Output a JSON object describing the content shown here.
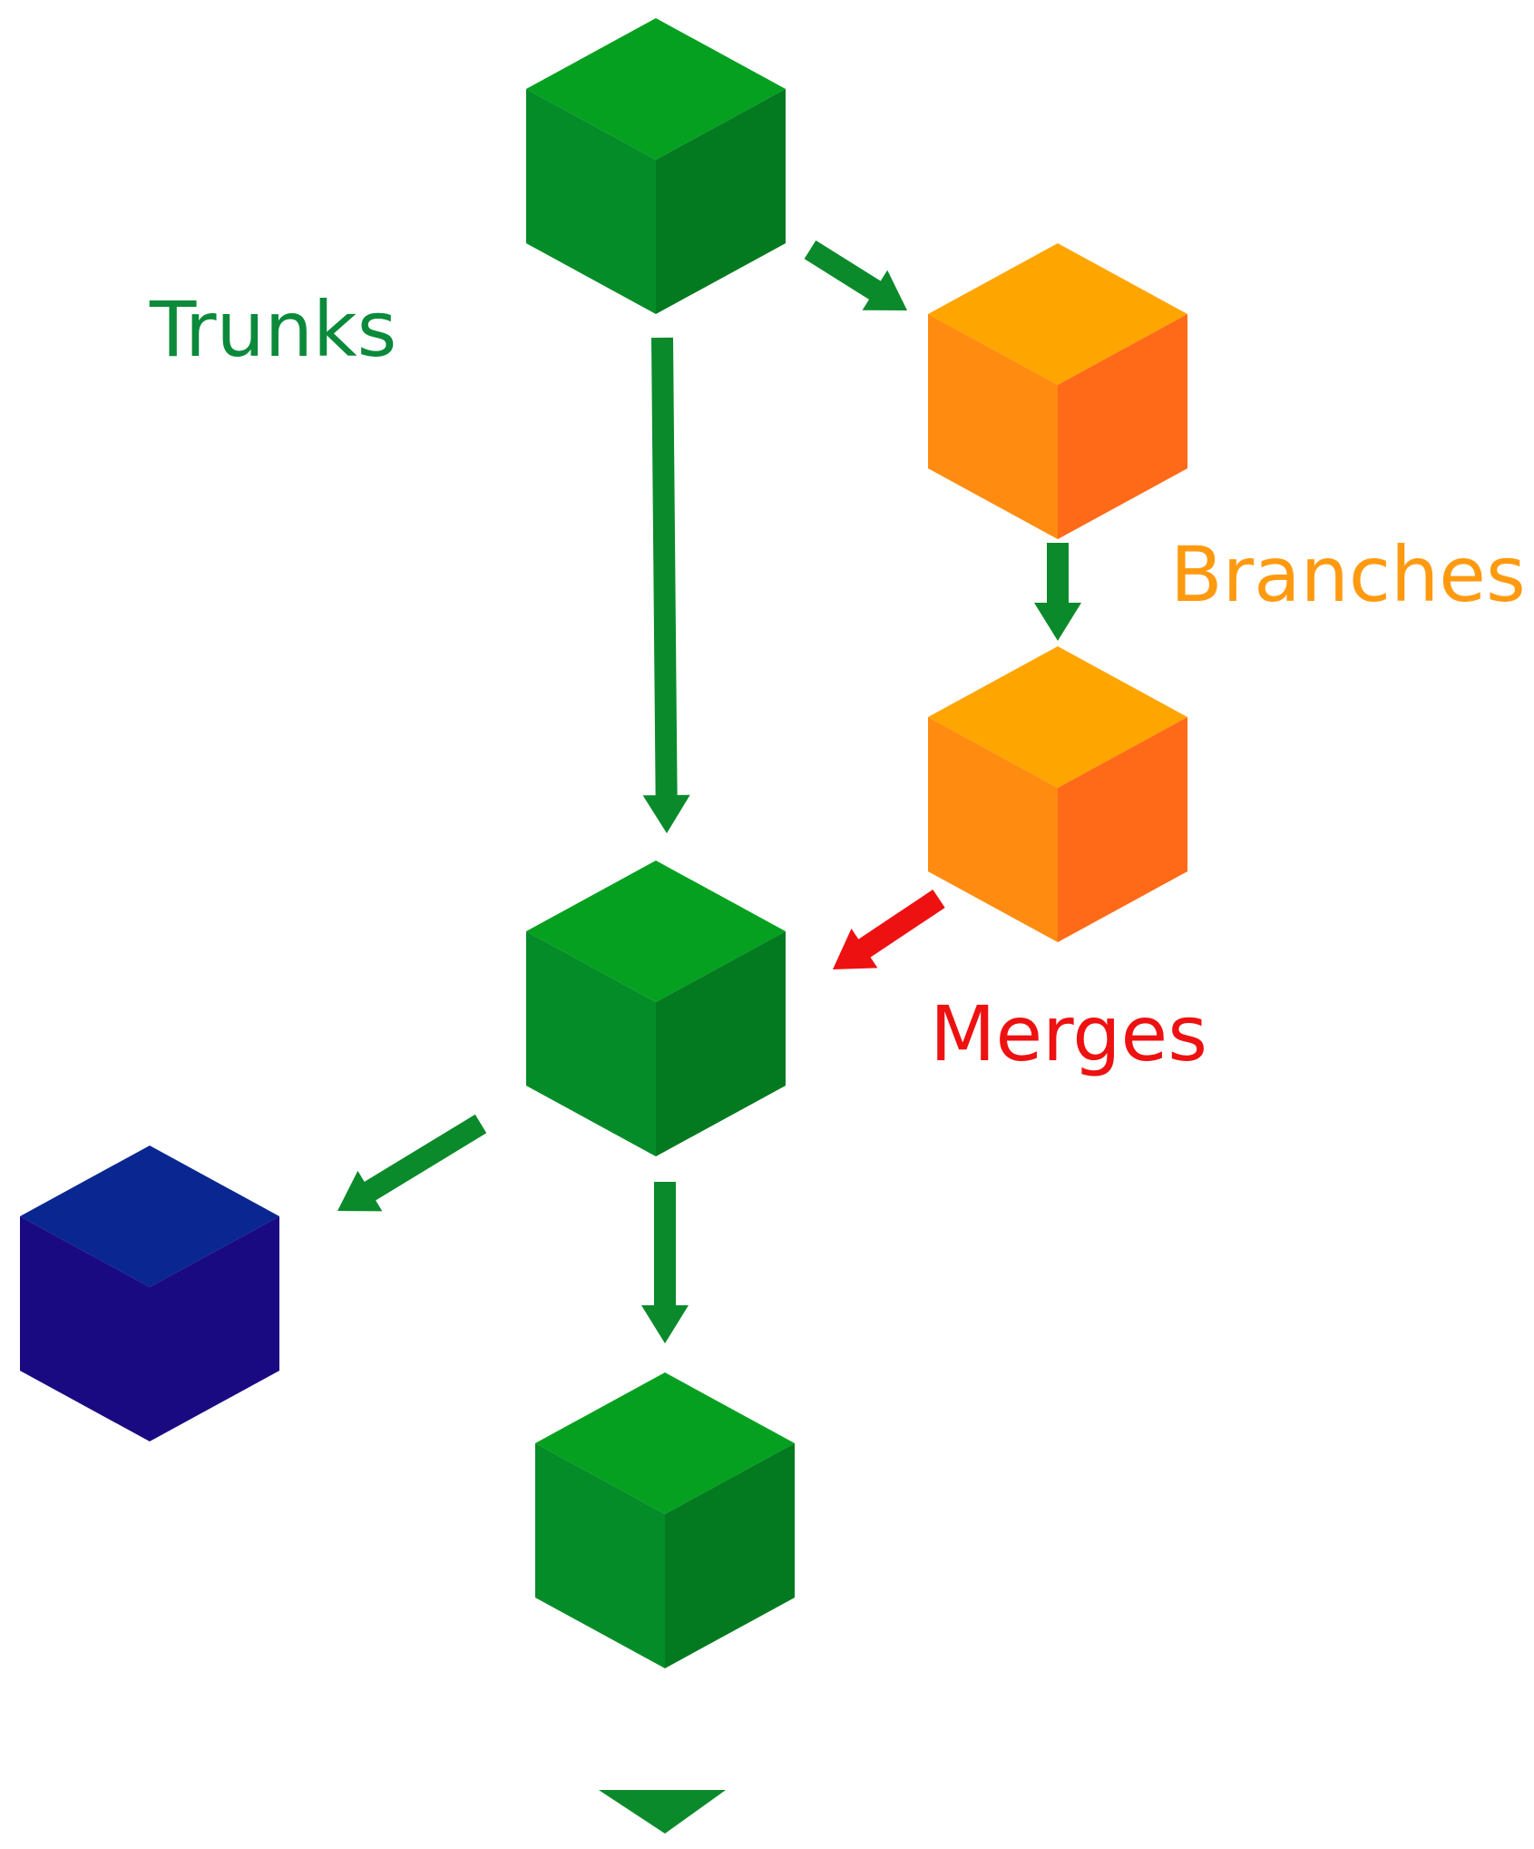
{
  "colors": {
    "trunk": {
      "top": "#05a020",
      "left": "#048c28",
      "right": "#037a20"
    },
    "branch": {
      "top": "#ffa500",
      "left": "#ff8c10",
      "right": "#ff6a18"
    },
    "release": {
      "top": "#0a2690",
      "left": "#1a0a82",
      "right": "#1a0a82"
    },
    "trunk_arrow": "#0a8a2a",
    "merge_arrow": "#ee1111",
    "trunks_label": "#0a8a3a",
    "branches_label": "#ff9a10",
    "merges_label": "#ee1111"
  },
  "labels": {
    "trunks": "Trunks",
    "branches": "Branches",
    "merges": "Merges"
  },
  "nodes": [
    {
      "id": "trunk-1",
      "kind": "trunk"
    },
    {
      "id": "branch-1",
      "kind": "branch"
    },
    {
      "id": "branch-2",
      "kind": "branch"
    },
    {
      "id": "trunk-2",
      "kind": "trunk"
    },
    {
      "id": "release-1",
      "kind": "release"
    },
    {
      "id": "trunk-3",
      "kind": "trunk"
    }
  ],
  "edges": [
    {
      "from": "trunk-1",
      "to": "branch-1",
      "kind": "trunk"
    },
    {
      "from": "trunk-1",
      "to": "trunk-2",
      "kind": "trunk"
    },
    {
      "from": "branch-1",
      "to": "branch-2",
      "kind": "trunk"
    },
    {
      "from": "branch-2",
      "to": "trunk-2",
      "kind": "merge"
    },
    {
      "from": "trunk-2",
      "to": "release-1",
      "kind": "trunk"
    },
    {
      "from": "trunk-2",
      "to": "trunk-3",
      "kind": "trunk"
    },
    {
      "from": "trunk-3",
      "to": "continuation",
      "kind": "trunk"
    }
  ]
}
